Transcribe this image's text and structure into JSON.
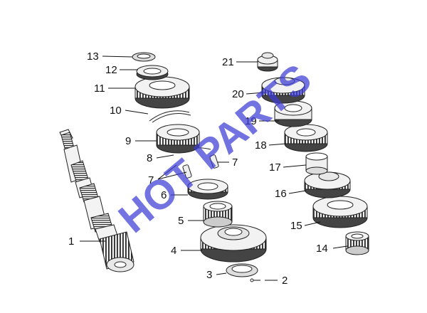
{
  "watermark": "HOT PARTS",
  "colors": {
    "watermark": "#3c3cd6",
    "line": "#111111",
    "part_fill": "#f2f2f2",
    "part_dark": "#3a3a3a"
  },
  "labels": {
    "p1": "1",
    "p2": "2",
    "p3": "3",
    "p4": "4",
    "p5": "5",
    "p6": "6",
    "p7a": "7",
    "p7b": "7",
    "p8": "8",
    "p9": "9",
    "p10": "10",
    "p11": "11",
    "p12": "12",
    "p13": "13",
    "p14": "14",
    "p15": "15",
    "p16": "16",
    "p17": "17",
    "p18": "18",
    "p19": "19",
    "p20": "20",
    "p21": "21"
  }
}
